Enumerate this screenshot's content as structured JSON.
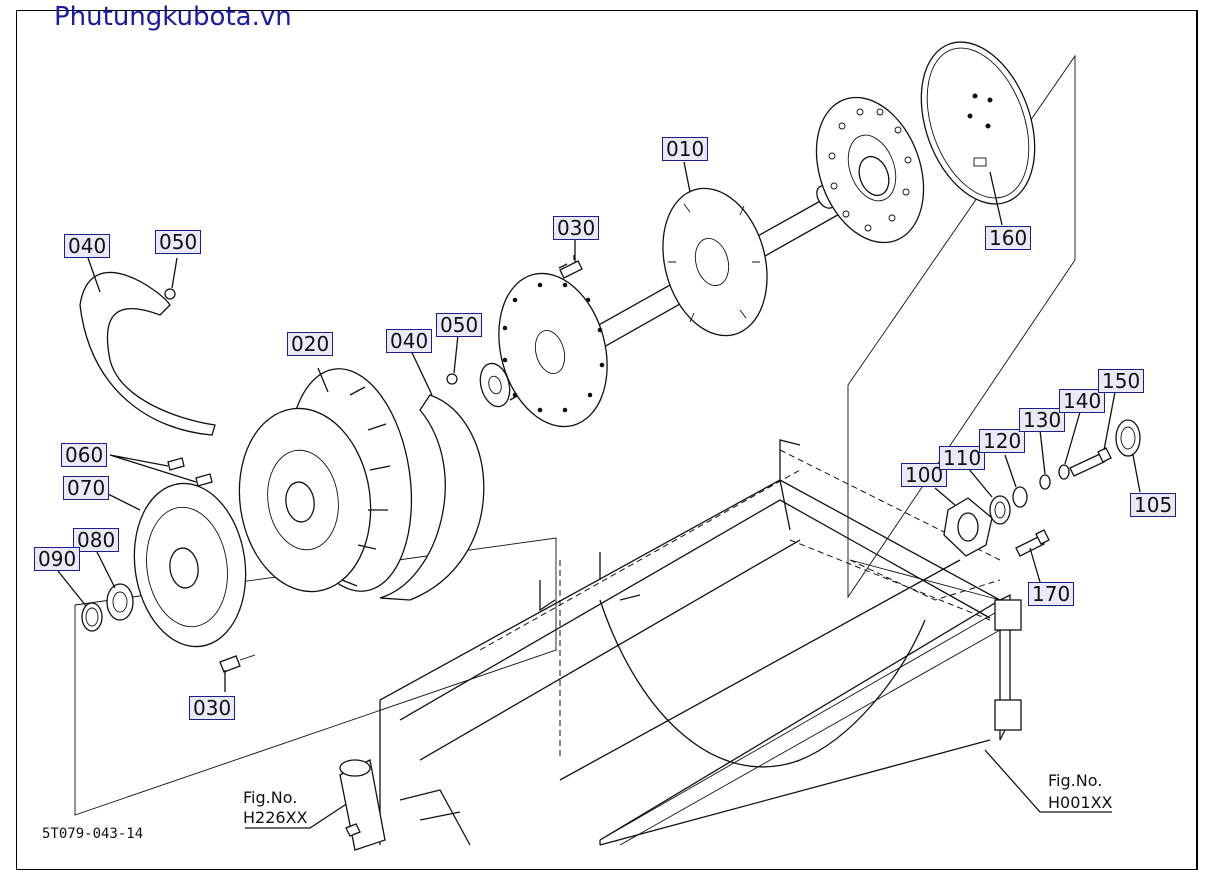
{
  "watermark": "Phutungkubota.vn",
  "drawing_code": "5T079-043-14",
  "parts": {
    "p010": "010",
    "p020": "020",
    "p030_top": "030",
    "p030_bottom": "030",
    "p040_left": "040",
    "p040_mid": "040",
    "p050_left": "050",
    "p050_mid": "050",
    "p060": "060",
    "p070": "070",
    "p080": "080",
    "p090": "090",
    "p100": "100",
    "p105": "105",
    "p110": "110",
    "p120": "120",
    "p130": "130",
    "p140": "140",
    "p150": "150",
    "p160": "160",
    "p170": "170"
  },
  "refs": {
    "left_fig_label": "Fig.No.",
    "left_fig_code": "H226XX",
    "right_fig_label": "Fig.No.",
    "right_fig_code": "H001XX"
  }
}
